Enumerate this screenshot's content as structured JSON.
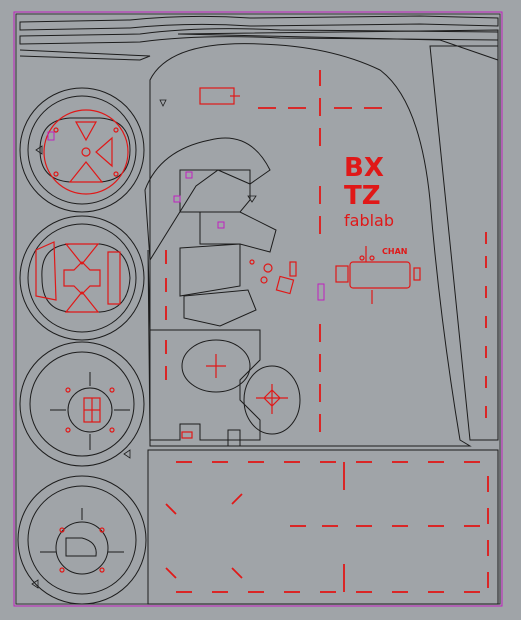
{
  "labels": {
    "logo_line1": "BX",
    "logo_line2": "TZ",
    "brand": "fablab",
    "board": "CHAN"
  },
  "colors": {
    "cut": "#1c1c1c",
    "engrave": "#e01818",
    "frame": "#c020c0",
    "material": "#a0a4a8"
  }
}
